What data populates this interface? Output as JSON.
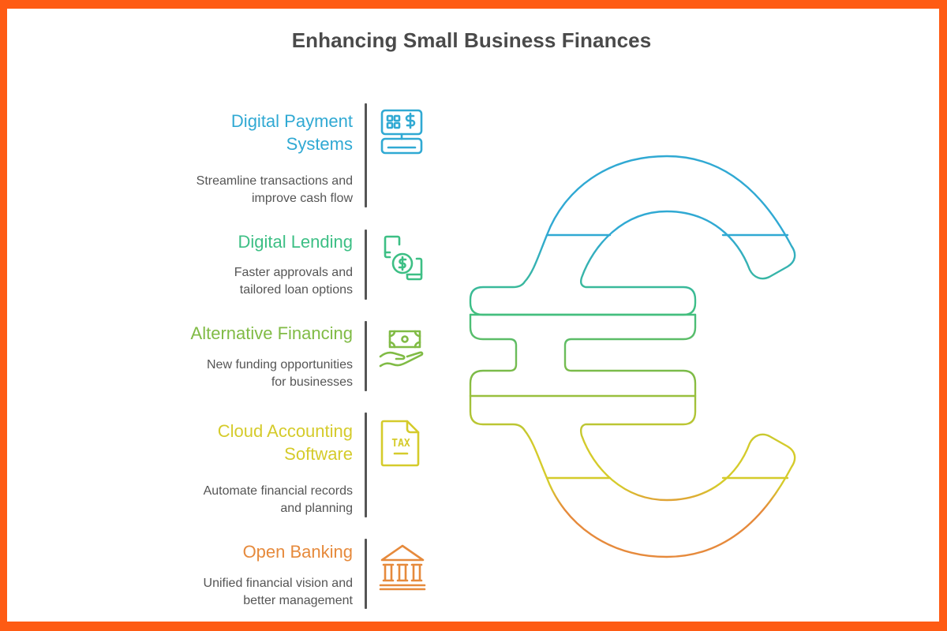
{
  "title": "Enhancing Small Business Finances",
  "colors": {
    "border": "#fe5b14",
    "title": "#4a4a4a",
    "description": "#555555",
    "divider": "#555555"
  },
  "items": [
    {
      "heading_lines": [
        "Digital Payment",
        "Systems"
      ],
      "description_lines": [
        "Streamline transactions and",
        "improve cash flow"
      ],
      "icon": "pos-terminal-icon",
      "color": "#30a9d3"
    },
    {
      "heading_lines": [
        "Digital Lending"
      ],
      "description_lines": [
        "Faster approvals and",
        "tailored loan options"
      ],
      "icon": "mobile-money-transfer-icon",
      "color": "#3dbf85"
    },
    {
      "heading_lines": [
        "Alternative Financing"
      ],
      "description_lines": [
        "New funding opportunities",
        "for businesses"
      ],
      "icon": "hand-holding-cash-icon",
      "color": "#80bb45"
    },
    {
      "heading_lines": [
        "Cloud Accounting",
        "Software"
      ],
      "description_lines": [
        "Automate financial records",
        "and planning"
      ],
      "icon": "tax-document-icon",
      "icon_text": "TAX",
      "color": "#d5cb2b"
    },
    {
      "heading_lines": [
        "Open Banking"
      ],
      "description_lines": [
        "Unified financial vision and",
        "better management"
      ],
      "icon": "bank-building-icon",
      "color": "#e68a3c"
    }
  ],
  "graphic": {
    "symbol": "euro-sign",
    "segments": 5,
    "segment_colors": [
      "#30a9d3",
      "#3dbf85",
      "#80bb45",
      "#d5cb2b",
      "#e68a3c"
    ]
  }
}
